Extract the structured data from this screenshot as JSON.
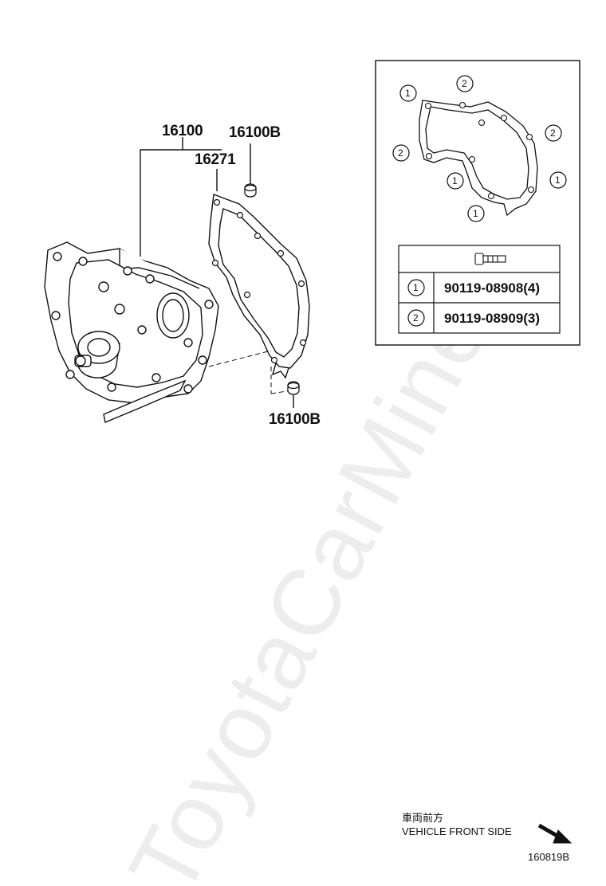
{
  "callouts": {
    "water_pump": "16100",
    "plug_top": "16100B",
    "gasket": "16271",
    "plug_bottom": "16100B"
  },
  "inset": {
    "gasket_markers": [
      "1",
      "2",
      "2",
      "2",
      "1",
      "1",
      "1"
    ],
    "table": {
      "header_icon": "bolt-icon",
      "rows": [
        {
          "num": "1",
          "part": "90119-08908(4)"
        },
        {
          "num": "2",
          "part": "90119-08909(3)"
        }
      ]
    }
  },
  "orientation": {
    "japanese": "車両前方",
    "english": "VEHICLE FRONT SIDE",
    "arrow_icon": "arrow-down-right-icon"
  },
  "drawing_code": "160819B",
  "watermark": "ToyotaCarMine.ru"
}
